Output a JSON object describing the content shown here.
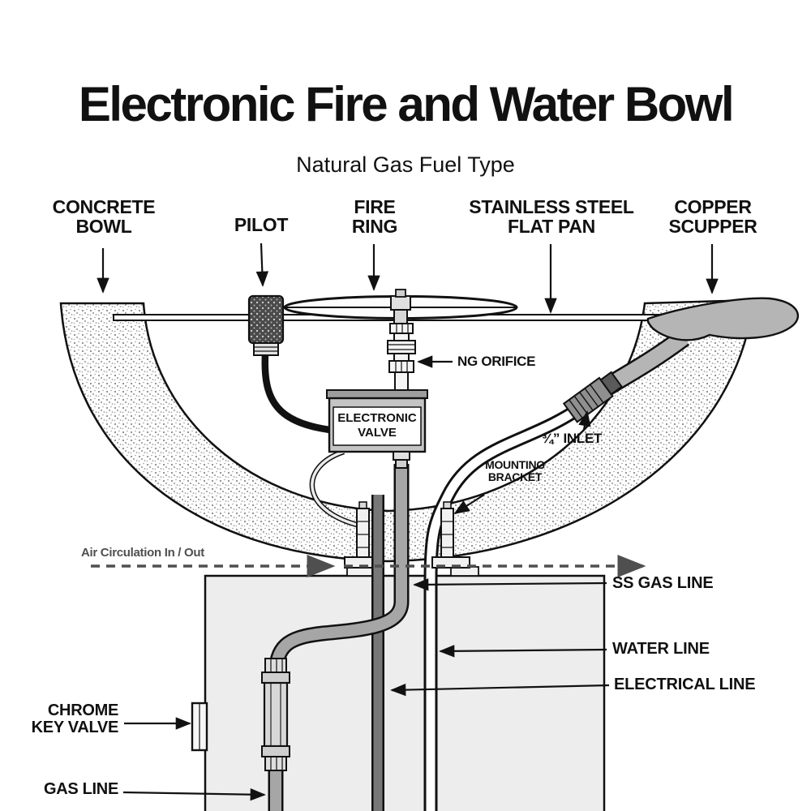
{
  "page": {
    "title": "Electronic Fire and Water Bowl",
    "subtitle": "Natural Gas Fuel Type"
  },
  "callouts": {
    "concrete_bowl": {
      "line1": "CONCRETE",
      "line2": "BOWL"
    },
    "pilot": {
      "label": "PILOT"
    },
    "fire_ring": {
      "line1": "FIRE",
      "line2": "RING"
    },
    "flat_pan": {
      "line1": "STAINLESS STEEL",
      "line2": "FLAT PAN"
    },
    "copper_scupper": {
      "line1": "COPPER",
      "line2": "SCUPPER"
    },
    "ng_orifice": {
      "label": "NG ORIFICE"
    },
    "electronic_valve": {
      "line1": "ELECTRONIC",
      "line2": "VALVE"
    },
    "inlet": {
      "label": "¾” INLET"
    },
    "mounting_bracket": {
      "line1": "MOUNTING",
      "line2": "BRACKET"
    },
    "air_circulation": {
      "label": "Air Circulation In / Out"
    },
    "ss_gas_line": {
      "label": "SS GAS LINE"
    },
    "water_line": {
      "label": "WATER LINE"
    },
    "electrical_line": {
      "label": "ELECTRICAL  LINE"
    },
    "chrome_key_valve": {
      "line1": "CHROME",
      "line2": "KEY VALVE"
    },
    "gas_line": {
      "label": "GAS LINE"
    }
  },
  "colors": {
    "ink": "#111111",
    "muted_label": "#4f4f4f",
    "pedestal_fill": "#ededed",
    "gas_pipe_gray": "#a6a6a6",
    "electrical_gray": "#787878",
    "scupper_gray": "#b5b5b5",
    "valve_body_gray": "#c4c4c4"
  }
}
